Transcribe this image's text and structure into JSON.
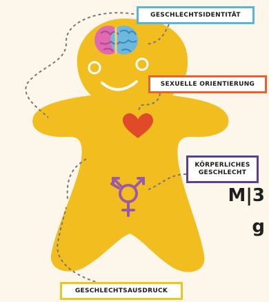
{
  "labels": {
    "gender_identity": "GESCHLECHTSIDENTITÄT",
    "sexual_orientation": "SEXUELLE ORIENTIERUNG",
    "biological_sex_line1": "KÖRPERLICHES",
    "biological_sex_line2": "GESCHLECHT",
    "gender_expression": "GESCHLECHTSAUSDRUCK"
  },
  "partial_text": {
    "line1": "M|3",
    "line2": "g"
  },
  "colors": {
    "background": "#fdf6ea",
    "figure": "#f2bd1f",
    "identity_box": "#5bb3d9",
    "orientation_box": "#e8622c",
    "body_box": "#5a3e8f",
    "expression_box": "#e9c52a",
    "heart": "#e04a2a",
    "symbol": "#9b5aa6"
  },
  "icons": [
    "brain-icon",
    "heart-icon",
    "transgender-symbol-icon"
  ]
}
